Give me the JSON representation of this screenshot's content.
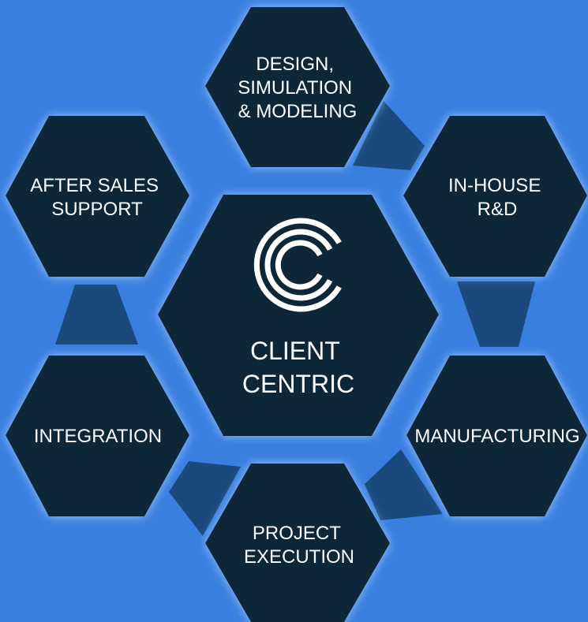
{
  "colors": {
    "background": "#3a7fe0",
    "hexagon_fill": "#0c2538",
    "connector_fill": "#1a4a7d",
    "glow": "#a8d0ff",
    "text": "#ffffff"
  },
  "center": {
    "icon": "c-logo-icon",
    "title_lines": [
      "CLIENT",
      "CENTRIC"
    ]
  },
  "stages": [
    {
      "id": "design",
      "lines": [
        "DESIGN,",
        "SIMULATION",
        "& MODELING"
      ]
    },
    {
      "id": "rnd",
      "lines": [
        "IN-HOUSE",
        "R&D"
      ]
    },
    {
      "id": "manufacturing",
      "lines": [
        "MANUFACTURING"
      ]
    },
    {
      "id": "project-execution",
      "lines": [
        "PROJECT",
        "EXECUTION"
      ]
    },
    {
      "id": "integration",
      "lines": [
        "INTEGRATION"
      ]
    },
    {
      "id": "after-sales",
      "lines": [
        "AFTER SALES",
        "SUPPORT"
      ]
    }
  ]
}
